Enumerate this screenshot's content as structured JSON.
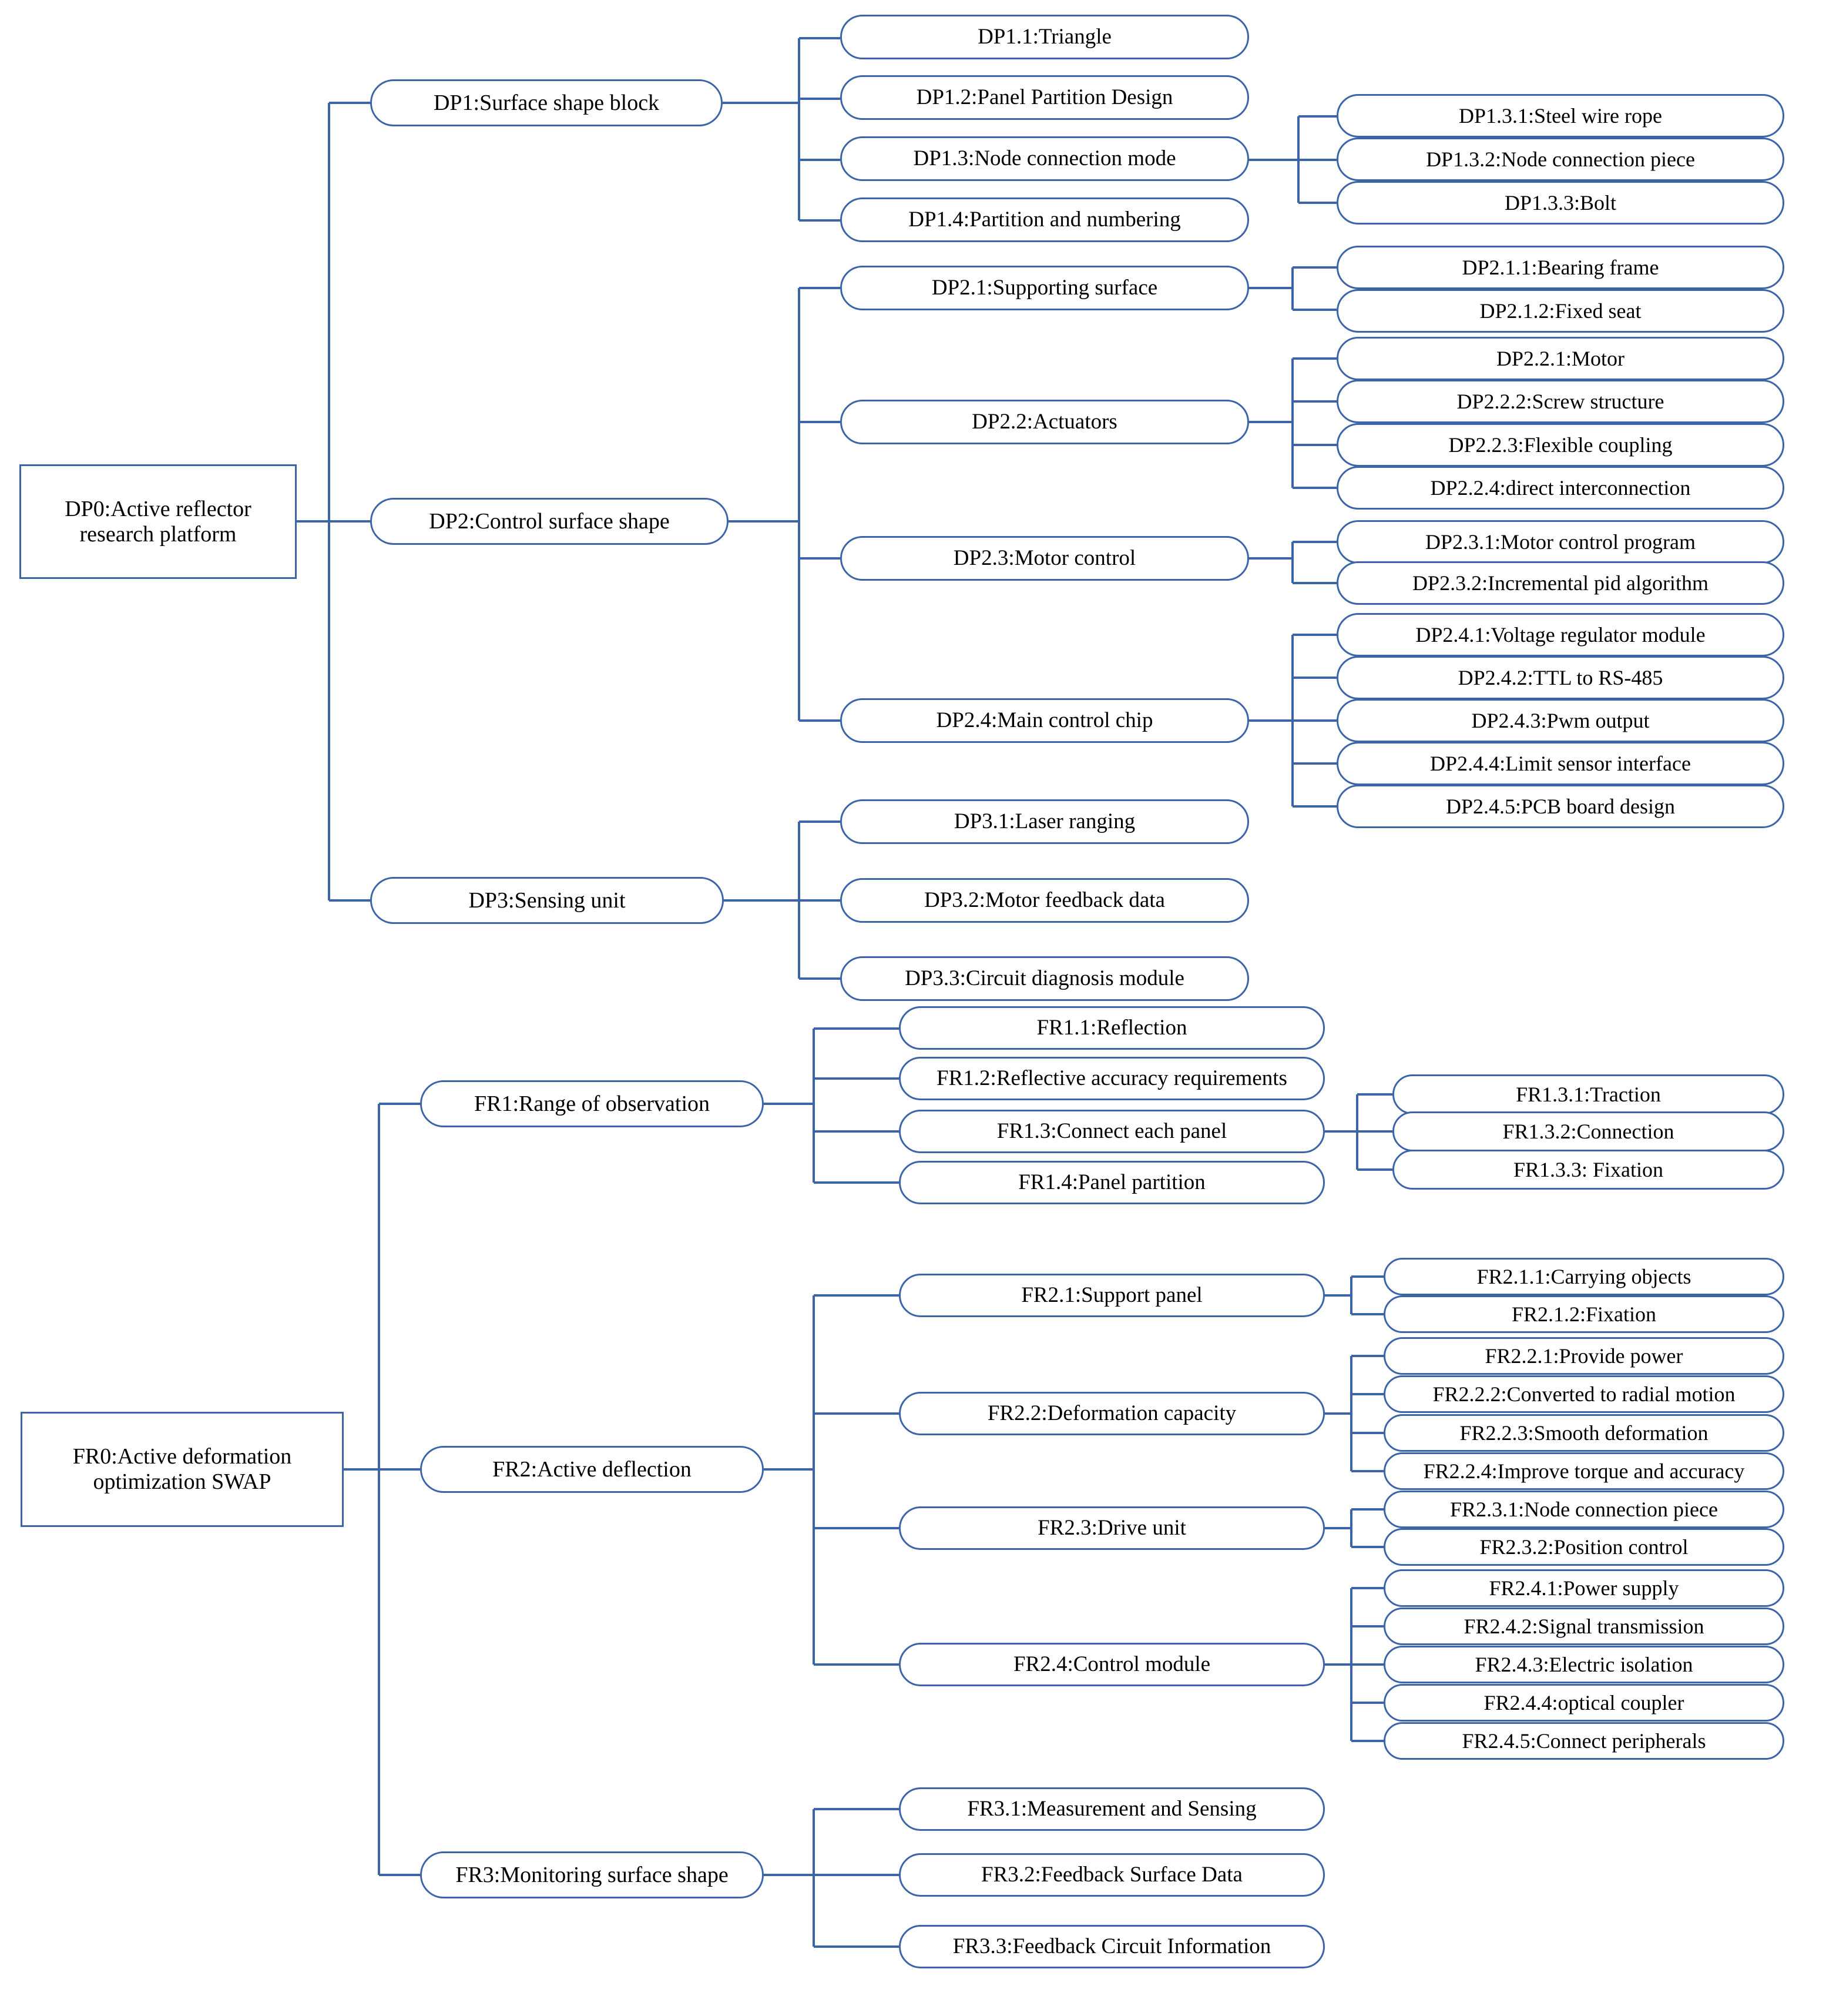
{
  "diagram": {
    "title_present": false,
    "accent_color": "#3c64a8",
    "text_color": "#000000",
    "background": "#ffffff"
  },
  "nodes": {
    "dp0": {
      "label": "DP0:Active reflector research platform"
    },
    "dp1": {
      "label": "DP1:Surface shape block"
    },
    "dp1_1": {
      "label": "DP1.1:Triangle"
    },
    "dp1_2": {
      "label": "DP1.2:Panel Partition Design"
    },
    "dp1_3": {
      "label": "DP1.3:Node connection mode"
    },
    "dp1_3_1": {
      "label": "DP1.3.1:Steel wire rope"
    },
    "dp1_3_2": {
      "label": "DP1.3.2:Node connection piece"
    },
    "dp1_3_3": {
      "label": "DP1.3.3:Bolt"
    },
    "dp1_4": {
      "label": "DP1.4:Partition and numbering"
    },
    "dp2": {
      "label": "DP2:Control surface shape"
    },
    "dp2_1": {
      "label": "DP2.1:Supporting surface"
    },
    "dp2_1_1": {
      "label": "DP2.1.1:Bearing frame"
    },
    "dp2_1_2": {
      "label": "DP2.1.2:Fixed seat"
    },
    "dp2_2": {
      "label": "DP2.2:Actuators"
    },
    "dp2_2_1": {
      "label": "DP2.2.1:Motor"
    },
    "dp2_2_2": {
      "label": "DP2.2.2:Screw structure"
    },
    "dp2_2_3": {
      "label": "DP2.2.3:Flexible coupling"
    },
    "dp2_2_4": {
      "label": "DP2.2.4:direct interconnection"
    },
    "dp2_3": {
      "label": "DP2.3:Motor control"
    },
    "dp2_3_1": {
      "label": "DP2.3.1:Motor control program"
    },
    "dp2_3_2": {
      "label": "DP2.3.2:Incremental pid algorithm"
    },
    "dp2_4": {
      "label": "DP2.4:Main control chip"
    },
    "dp2_4_1": {
      "label": "DP2.4.1:Voltage regulator module"
    },
    "dp2_4_2": {
      "label": "DP2.4.2:TTL to RS-485"
    },
    "dp2_4_3": {
      "label": "DP2.4.3:Pwm output"
    },
    "dp2_4_4": {
      "label": "DP2.4.4:Limit sensor interface"
    },
    "dp2_4_5": {
      "label": "DP2.4.5:PCB board design"
    },
    "dp3": {
      "label": "DP3:Sensing unit"
    },
    "dp3_1": {
      "label": "DP3.1:Laser ranging"
    },
    "dp3_2": {
      "label": "DP3.2:Motor feedback data"
    },
    "dp3_3": {
      "label": "DP3.3:Circuit diagnosis module"
    },
    "fr0": {
      "label": "FR0:Active deformation optimization SWAP"
    },
    "fr1": {
      "label": "FR1:Range of observation"
    },
    "fr1_1": {
      "label": "FR1.1:Reflection"
    },
    "fr1_2": {
      "label": "FR1.2:Reflective accuracy requirements"
    },
    "fr1_3": {
      "label": "FR1.3:Connect each panel"
    },
    "fr1_3_1": {
      "label": "FR1.3.1:Traction"
    },
    "fr1_3_2": {
      "label": "FR1.3.2:Connection"
    },
    "fr1_3_3": {
      "label": "FR1.3.3: Fixation"
    },
    "fr1_4": {
      "label": "FR1.4:Panel partition"
    },
    "fr2": {
      "label": "FR2:Active deflection"
    },
    "fr2_1": {
      "label": "FR2.1:Support panel"
    },
    "fr2_1_1": {
      "label": "FR2.1.1:Carrying objects"
    },
    "fr2_1_2": {
      "label": "FR2.1.2:Fixation"
    },
    "fr2_2": {
      "label": "FR2.2:Deformation capacity"
    },
    "fr2_2_1": {
      "label": "FR2.2.1:Provide power"
    },
    "fr2_2_2": {
      "label": "FR2.2.2:Converted to radial motion"
    },
    "fr2_2_3": {
      "label": "FR2.2.3:Smooth deformation"
    },
    "fr2_2_4": {
      "label": "FR2.2.4:Improve torque and accuracy"
    },
    "fr2_3": {
      "label": "FR2.3:Drive unit"
    },
    "fr2_3_1": {
      "label": "FR2.3.1:Node connection piece"
    },
    "fr2_3_2": {
      "label": "FR2.3.2:Position control"
    },
    "fr2_4": {
      "label": "FR2.4:Control module"
    },
    "fr2_4_1": {
      "label": "FR2.4.1:Power supply"
    },
    "fr2_4_2": {
      "label": "FR2.4.2:Signal transmission"
    },
    "fr2_4_3": {
      "label": "FR2.4.3:Electric isolation"
    },
    "fr2_4_4": {
      "label": "FR2.4.4:optical coupler"
    },
    "fr2_4_5": {
      "label": "FR2.4.5:Connect peripherals"
    },
    "fr3": {
      "label": "FR3:Monitoring surface shape"
    },
    "fr3_1": {
      "label": "FR3.1:Measurement and Sensing"
    },
    "fr3_2": {
      "label": "FR3.2:Feedback Surface Data"
    },
    "fr3_3": {
      "label": "FR3.3:Feedback Circuit Information"
    }
  },
  "root_lines": {
    "dp0_line1": "DP0:Active reflector",
    "dp0_line2": "research platform",
    "fr0_line1": "FR0:Active deformation",
    "fr0_line2": "optimization SWAP"
  }
}
